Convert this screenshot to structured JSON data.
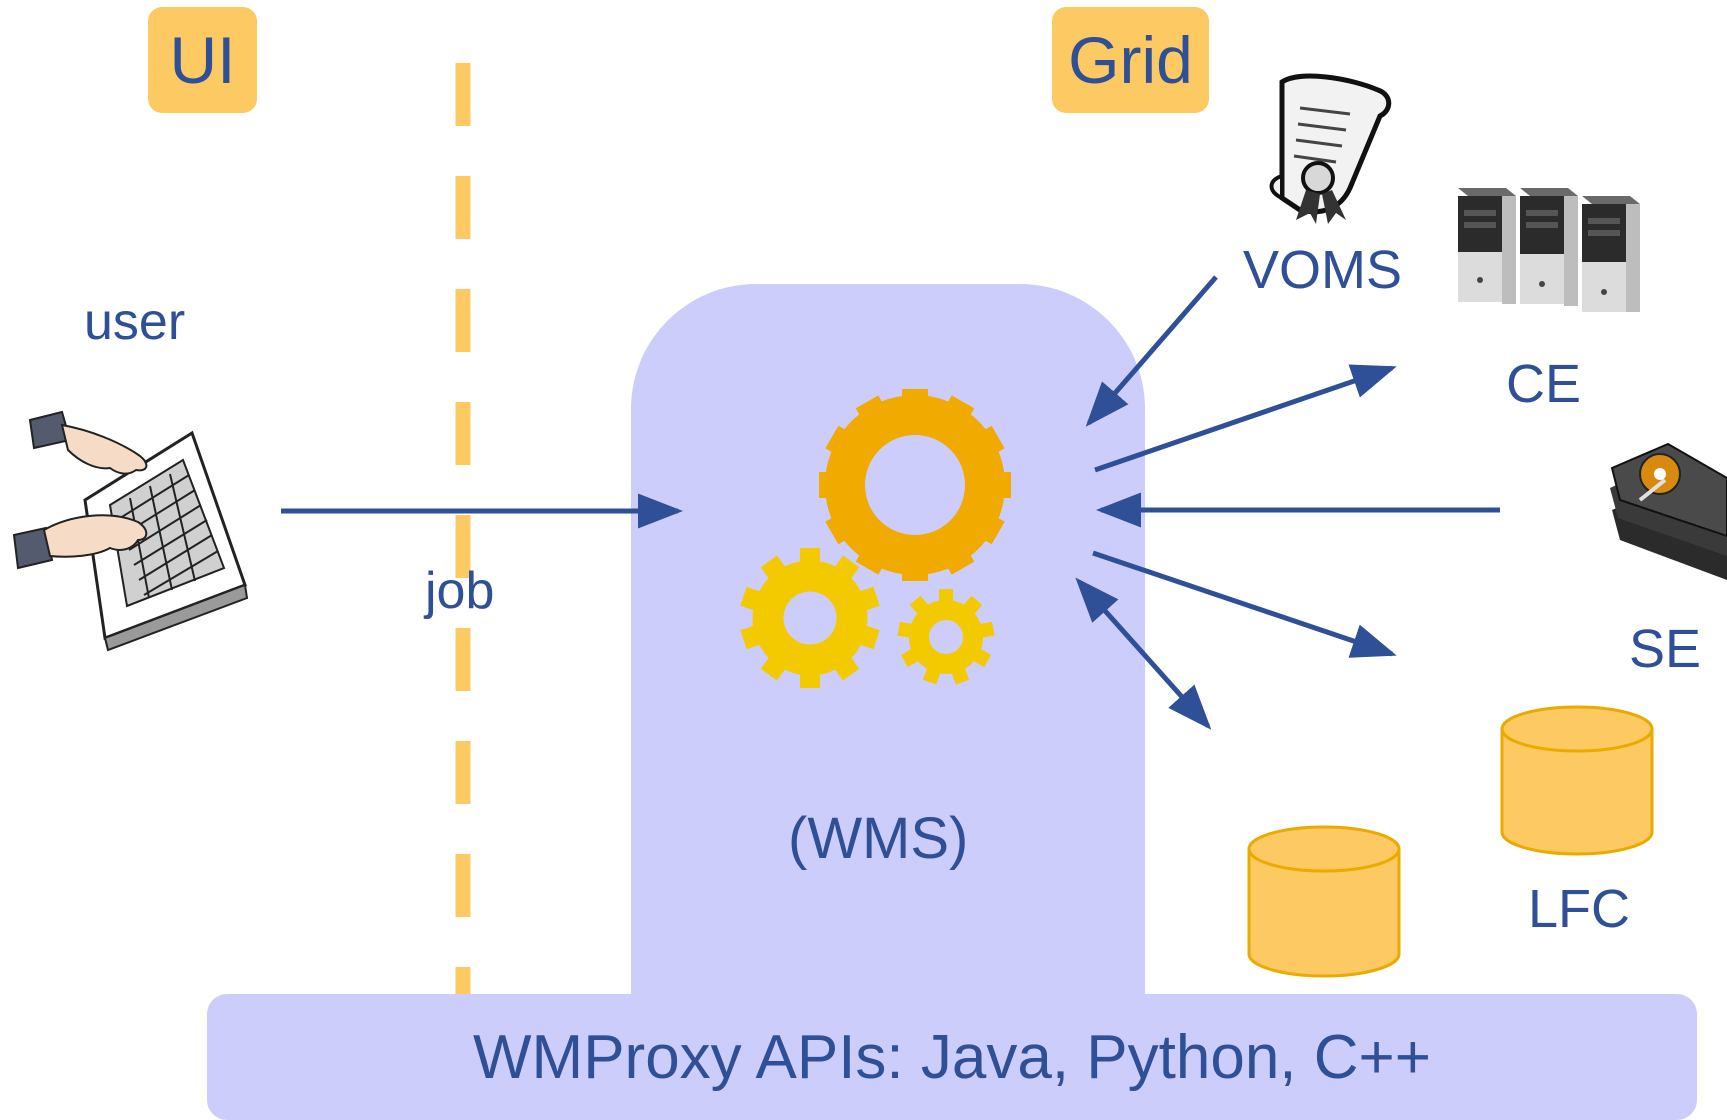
{
  "headers": {
    "ui": "UI",
    "grid": "Grid"
  },
  "labels": {
    "user": "user",
    "job": "job",
    "wms": "(WMS)",
    "voms": "VOMS",
    "ce": "CE",
    "se": "SE",
    "lfc": "LFC"
  },
  "api_bar": "WMProxy APIs: Java, Python, C++",
  "colors": {
    "text": "#2f4f96",
    "arrow": "#2f4f96",
    "wms_fill": "#cccdfa",
    "tag_fill": "#fdc962",
    "divider": "#fdc962",
    "gear_large": "#f0aa00",
    "gear_small": "#f3ca00",
    "db_fill": "#fdc962",
    "db_stroke": "#eaab00"
  },
  "icons": [
    "keyboard-hands-icon",
    "certificate-scroll-icon",
    "server-towers-icon",
    "hard-disks-icon",
    "gears-icon",
    "database-icon"
  ]
}
